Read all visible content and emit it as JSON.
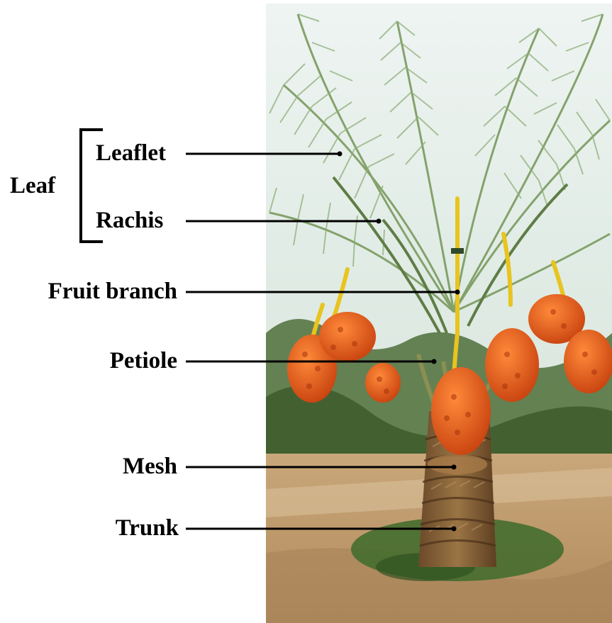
{
  "group": {
    "label": "Leaf"
  },
  "parts": [
    {
      "id": "leaflet",
      "label": "Leaflet"
    },
    {
      "id": "rachis",
      "label": "Rachis"
    },
    {
      "id": "fruit-branch",
      "label": "Fruit branch"
    },
    {
      "id": "petiole",
      "label": "Petiole"
    },
    {
      "id": "mesh",
      "label": "Mesh"
    },
    {
      "id": "trunk",
      "label": "Trunk"
    }
  ],
  "colors": {
    "text": "#000000",
    "leader": "#000000",
    "fruit": "#e0561a",
    "frond": "#6f8f52",
    "fruit_stalk": "#e8c41e"
  }
}
